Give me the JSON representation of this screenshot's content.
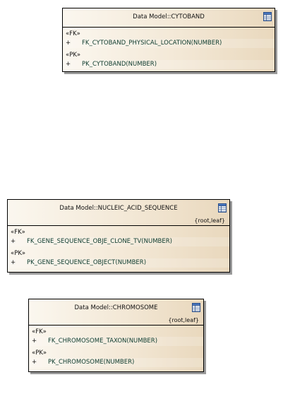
{
  "diagram": {
    "classes": [
      {
        "id": "cytoband",
        "title": "Data Model::CYTOBAND",
        "tag": "",
        "sections": [
          {
            "stereotype": "«FK»",
            "items": [
              {
                "visibility": "+",
                "name": "FK_CYTOBAND_PHYSICAL_LOCATION(NUMBER)"
              }
            ]
          },
          {
            "stereotype": "«PK»",
            "items": [
              {
                "visibility": "+",
                "name": "PK_CYTOBAND(NUMBER)"
              }
            ]
          }
        ]
      },
      {
        "id": "nucleic",
        "title": "Data Model::NUCLEIC_ACID_SEQUENCE",
        "tag": "{root,leaf}",
        "sections": [
          {
            "stereotype": "«FK»",
            "items": [
              {
                "visibility": "+",
                "name": "FK_GENE_SEQUENCE_OBJE_CLONE_TV(NUMBER)"
              }
            ]
          },
          {
            "stereotype": "«PK»",
            "items": [
              {
                "visibility": "+",
                "name": "PK_GENE_SEQUENCE_OBJECT(NUMBER)"
              }
            ]
          }
        ]
      },
      {
        "id": "chromosome",
        "title": "Data Model::CHROMOSOME",
        "tag": "{root,leaf}",
        "sections": [
          {
            "stereotype": "«FK»",
            "items": [
              {
                "visibility": "+",
                "name": "FK_CHROMOSOME_TAXON(NUMBER)"
              }
            ]
          },
          {
            "stereotype": "«PK»",
            "items": [
              {
                "visibility": "+",
                "name": "PK_CHROMOSOME(NUMBER)"
              }
            ]
          }
        ]
      }
    ]
  },
  "icons": {
    "class_icon": "table-icon"
  },
  "colors": {
    "attribute_text": "#0d3b2e",
    "border": "#000000",
    "fill_light": "#fbf7ef",
    "fill_dark": "#e9d8bd"
  }
}
